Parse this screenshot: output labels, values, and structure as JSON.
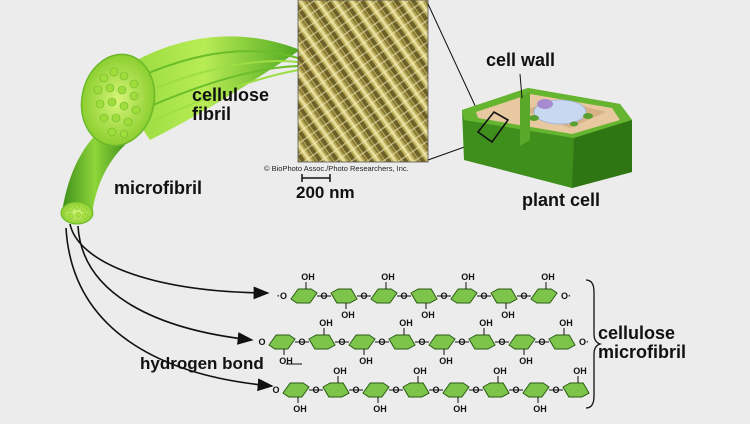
{
  "labels": {
    "cellulose_fibril_line1": "cellulose",
    "cellulose_fibril_line2": "fibril",
    "microfibril": "microfibril",
    "cell_wall": "cell wall",
    "plant_cell": "plant cell",
    "scale_bar": "200 nm",
    "copyright": "© BioPhoto Assoc./Photo Researchers, Inc.",
    "hydrogen_bond": "hydrogen bond",
    "cellulose_microfibril_line1": "cellulose",
    "cellulose_microfibril_line2": "microfibril"
  },
  "chem": {
    "oh": "OH",
    "o": "O",
    "chain_end_dot": "·"
  },
  "colors": {
    "glucose_fill": "#7dc54a",
    "fibril_light": "#b4e650",
    "fibril_dark": "#3e8f1a",
    "micrograph": "#c8b860",
    "cell_wall": "#4e9a23",
    "cytoplasm": "#e8c8a0",
    "vacuole": "#c8d8f0"
  }
}
